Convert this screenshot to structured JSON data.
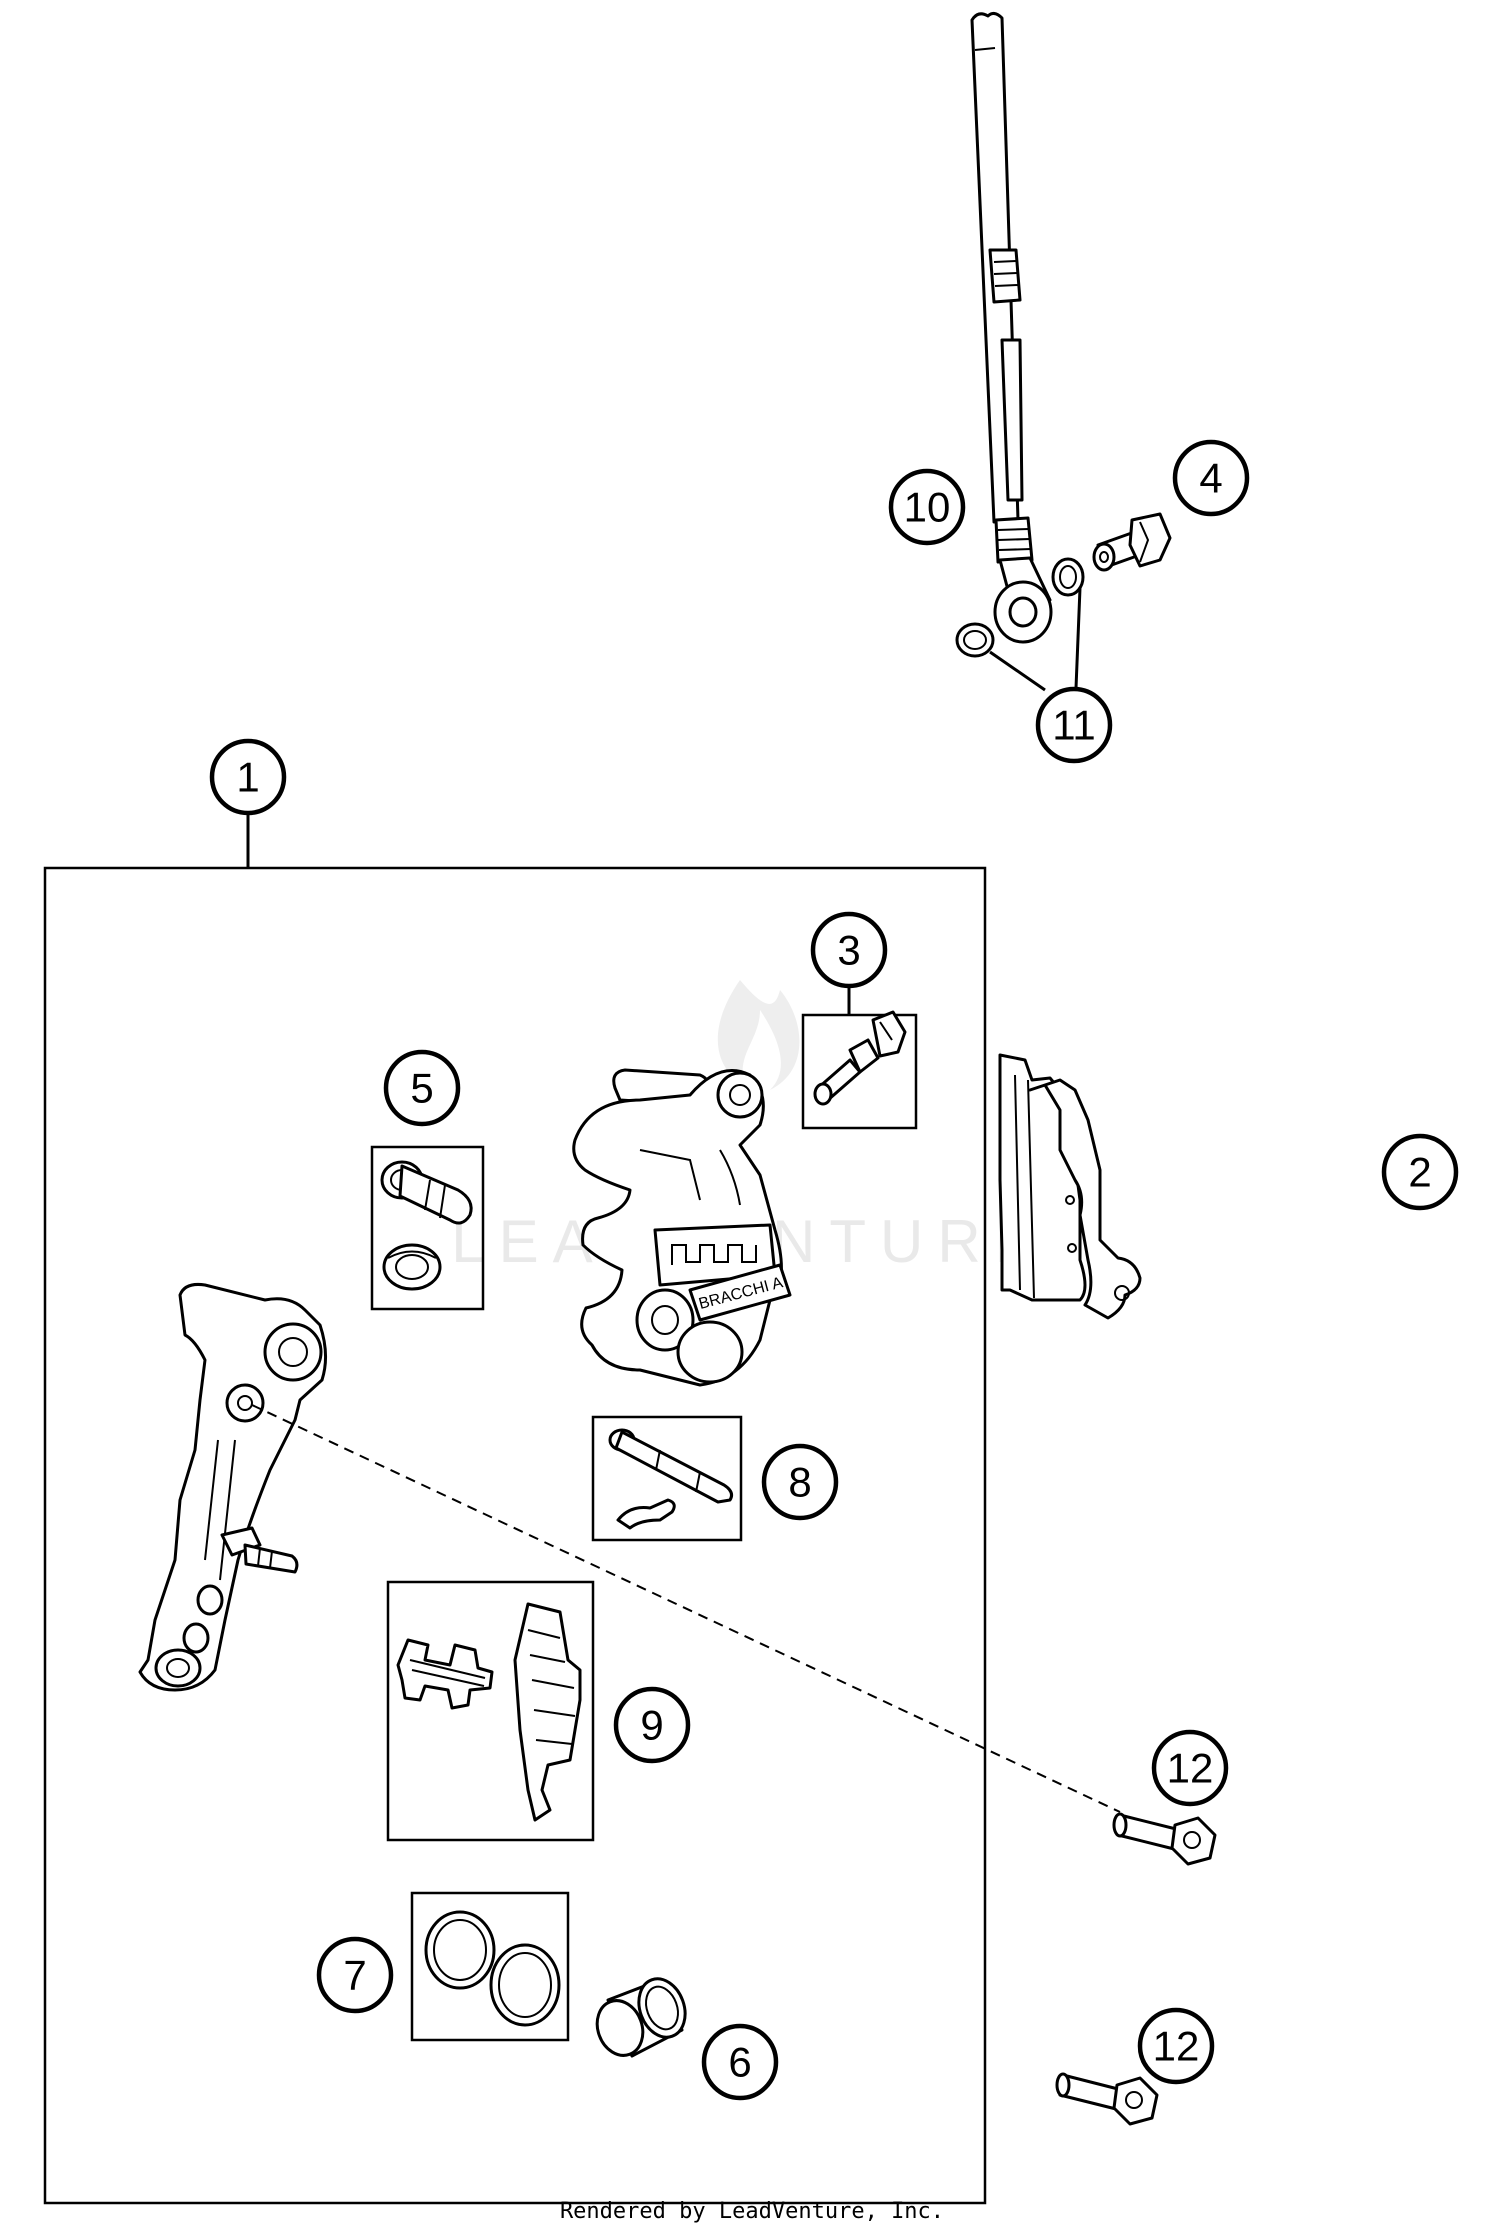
{
  "watermark": "LEADVENTURE",
  "footer": "Rendered by LeadVenture, Inc.",
  "callouts": {
    "c1": "1",
    "c2": "2",
    "c3": "3",
    "c4": "4",
    "c5": "5",
    "c6": "6",
    "c7": "7",
    "c8": "8",
    "c9": "9",
    "c10": "10",
    "c11": "11",
    "c12a": "12",
    "c12b": "12"
  }
}
